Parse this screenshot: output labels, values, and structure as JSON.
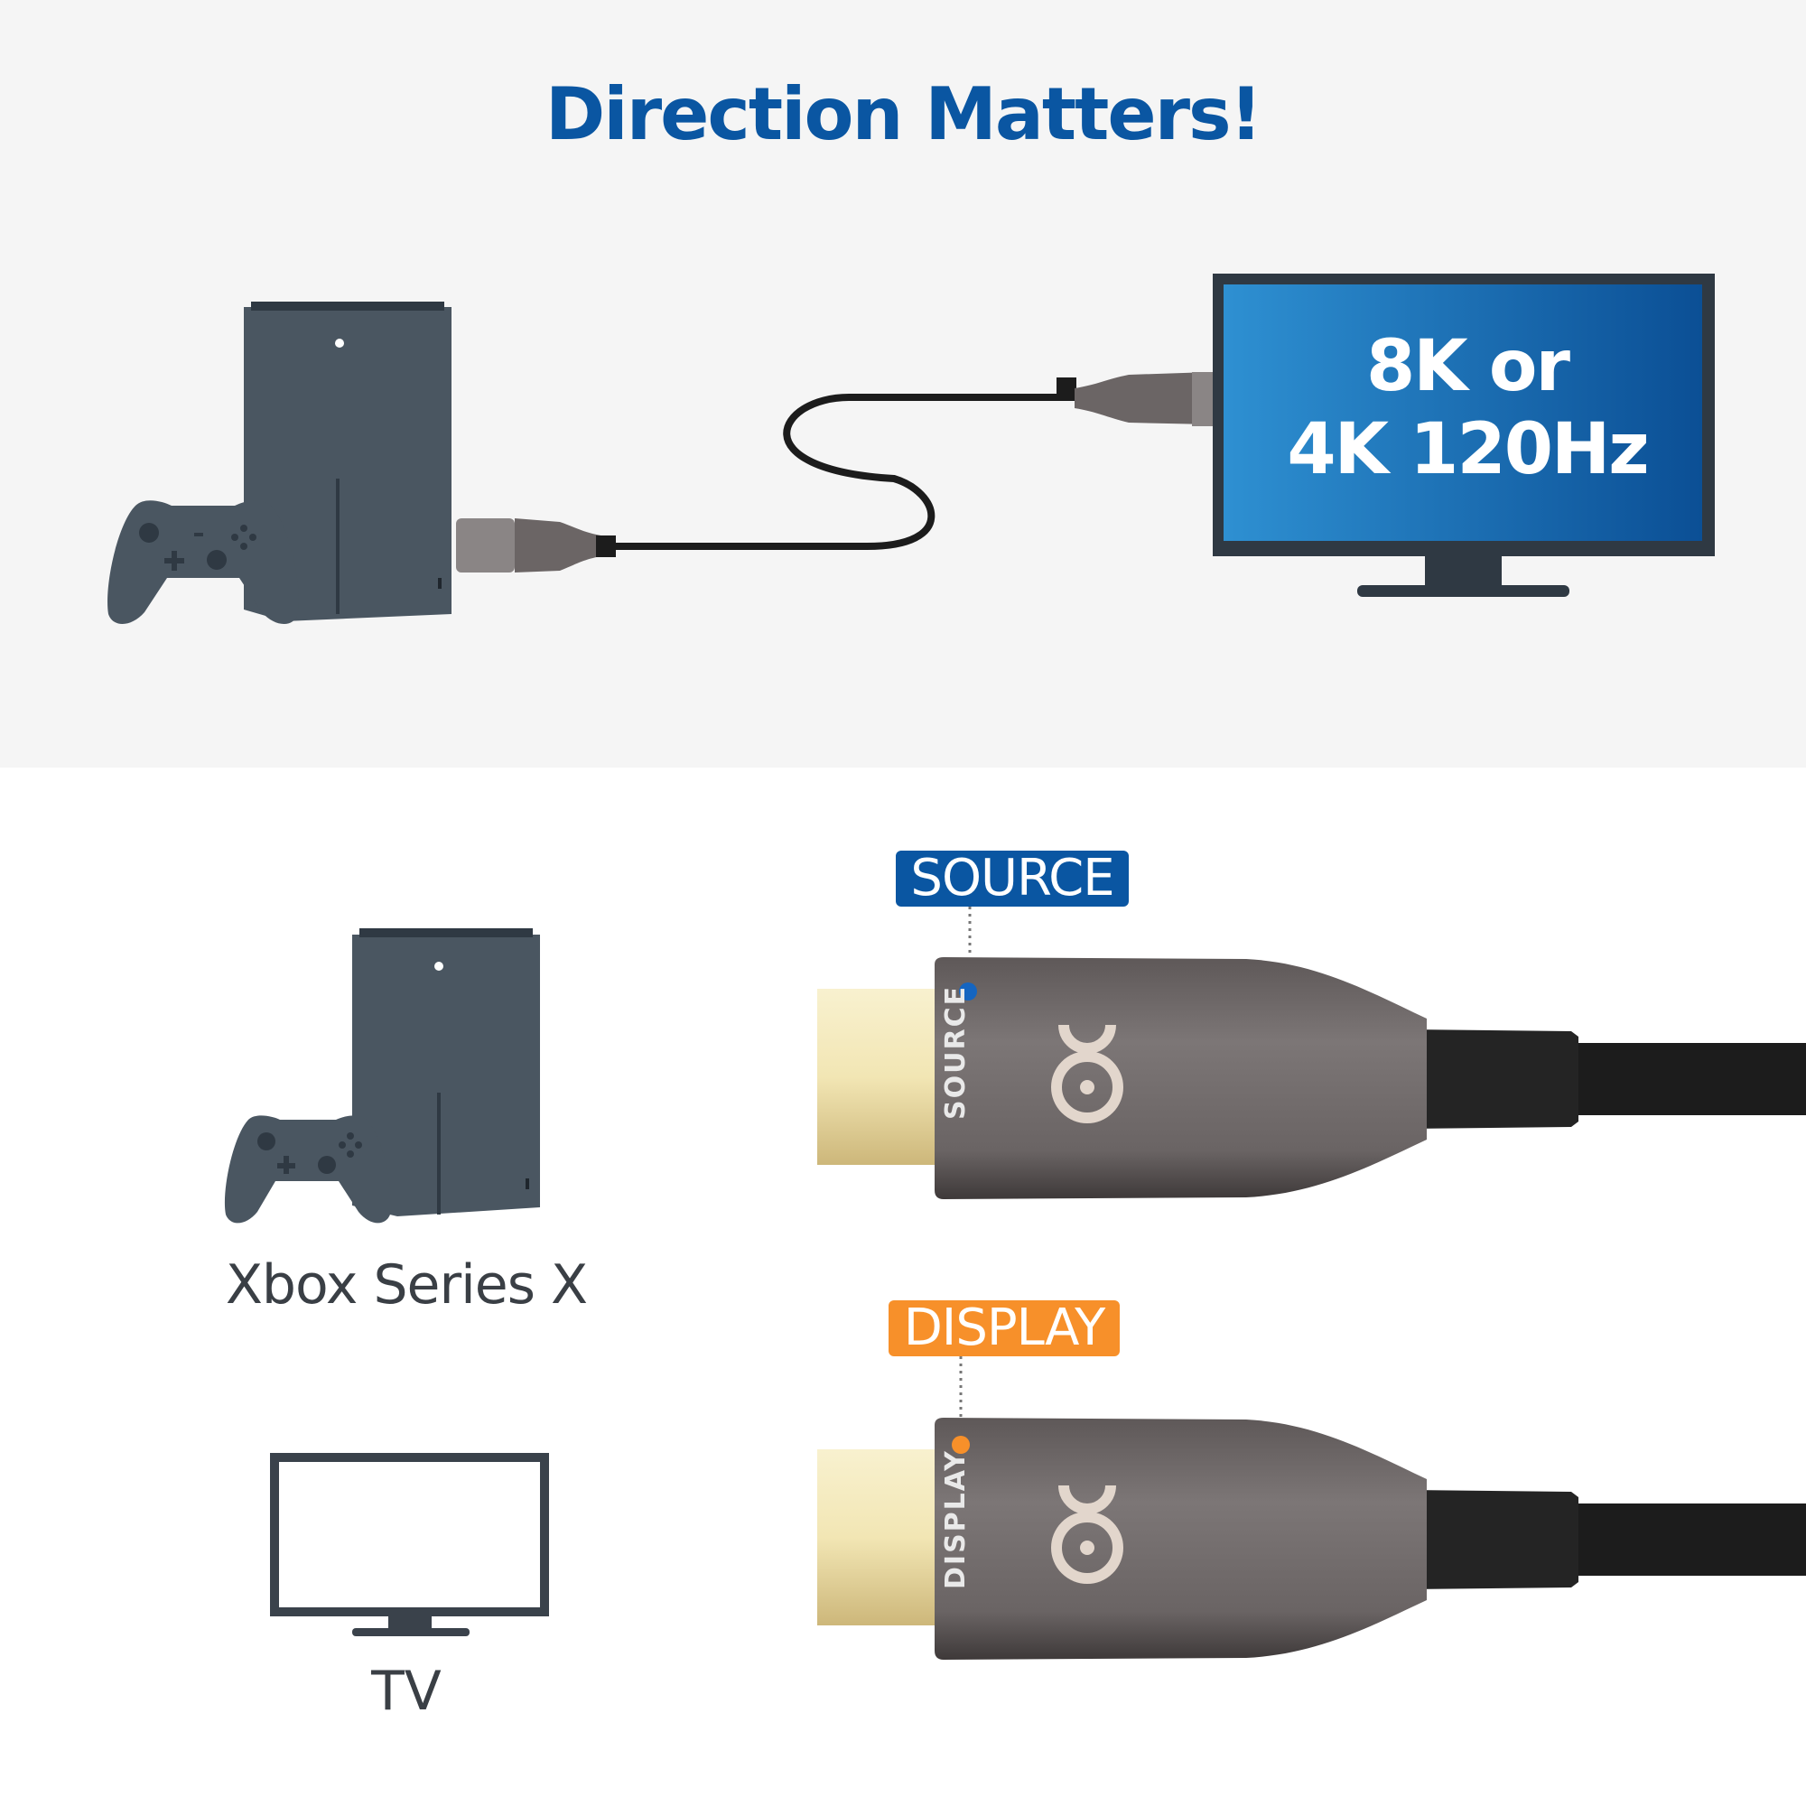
{
  "header": {
    "title": "Direction Matters!"
  },
  "tv_screen": {
    "line1": "8K or",
    "line2": "4K 120Hz"
  },
  "devices": {
    "xbox_label": "Xbox Series X",
    "tv_label": "TV"
  },
  "connectors": {
    "source_tag": "SOURCE",
    "display_tag": "DISPLAY",
    "source_plug_text": "SOURCE",
    "display_plug_text": "DISPLAY"
  },
  "colors": {
    "title_blue": "#0a56a2",
    "source_blue": "#0a56a2",
    "display_orange": "#f7902a",
    "console_gray": "#4a5661",
    "plug_gray": "#6b6565",
    "gold": "#efe4b0",
    "cable_black": "#1c1c1c"
  }
}
